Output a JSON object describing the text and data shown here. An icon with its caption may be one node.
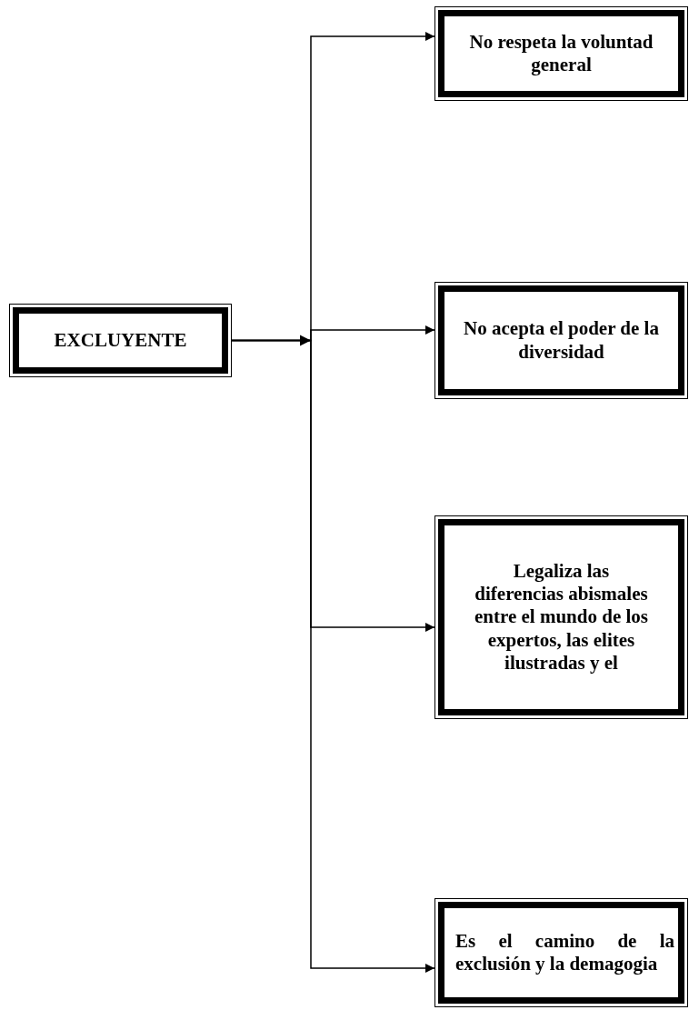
{
  "diagram": {
    "nodes": [
      {
        "text": [
          "EXCLUYENTE"
        ]
      },
      {
        "text": [
          "No respeta la voluntad general"
        ]
      },
      {
        "text": [
          "No acepta el poder de la diversidad"
        ]
      },
      {
        "text": [
          "Legaliza las diferencias abismales entre el mundo de los expertos, las elites ilustradas y el"
        ]
      },
      {
        "text": [
          "Es el camino de la exclusión y la demagogia"
        ]
      }
    ],
    "edges": [
      {
        "from": 0,
        "to": 1,
        "arrow": "to"
      },
      {
        "from": 0,
        "to": 2,
        "arrow": "to"
      },
      {
        "from": 0,
        "to": 3,
        "arrow": "to"
      },
      {
        "from": 0,
        "to": 4,
        "arrow": "to"
      }
    ]
  }
}
